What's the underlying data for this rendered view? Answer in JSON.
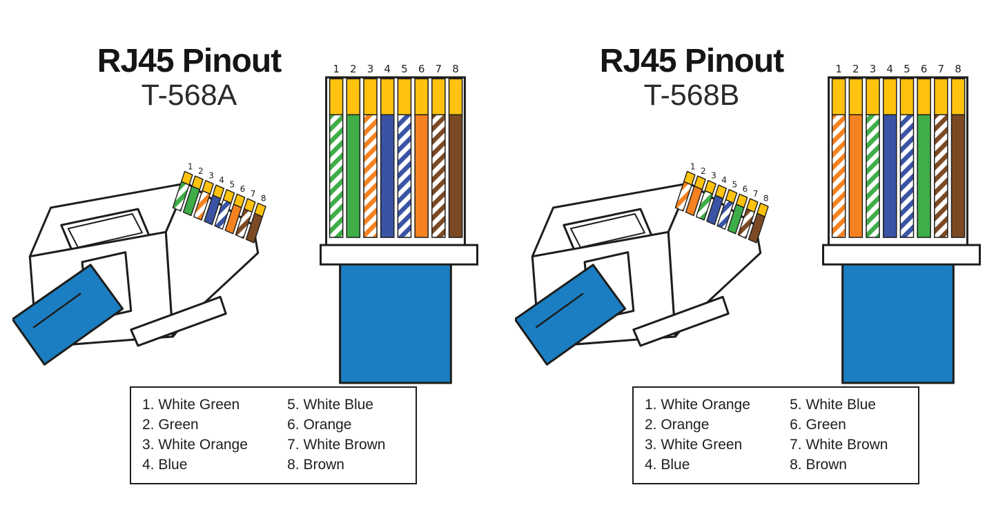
{
  "colors": {
    "green": "#3FAE49",
    "orange": "#F58220",
    "blue": "#3A53A4",
    "brown": "#7B4A25",
    "gold": "#FFC20E",
    "cable": "#1B7EC2",
    "outline": "#1D1D1B",
    "white": "#FFFFFF"
  },
  "diagrams": [
    {
      "id": "t568a",
      "title": "RJ45 Pinout",
      "subtitle": "T-568A",
      "pin_numbers": [
        "1",
        "2",
        "3",
        "4",
        "5",
        "6",
        "7",
        "8"
      ],
      "wires": [
        {
          "pin": "1",
          "label": "White Green",
          "color": "green",
          "style": "striped"
        },
        {
          "pin": "2",
          "label": "Green",
          "color": "green",
          "style": "solid"
        },
        {
          "pin": "3",
          "label": "White Orange",
          "color": "orange",
          "style": "striped"
        },
        {
          "pin": "4",
          "label": "Blue",
          "color": "blue",
          "style": "solid"
        },
        {
          "pin": "5",
          "label": "White Blue",
          "color": "blue",
          "style": "striped"
        },
        {
          "pin": "6",
          "label": "Orange",
          "color": "orange",
          "style": "solid"
        },
        {
          "pin": "7",
          "label": "White Brown",
          "color": "brown",
          "style": "striped"
        },
        {
          "pin": "8",
          "label": "Brown",
          "color": "brown",
          "style": "solid"
        }
      ]
    },
    {
      "id": "t568b",
      "title": "RJ45 Pinout",
      "subtitle": "T-568B",
      "pin_numbers": [
        "1",
        "2",
        "3",
        "4",
        "5",
        "6",
        "7",
        "8"
      ],
      "wires": [
        {
          "pin": "1",
          "label": "White Orange",
          "color": "orange",
          "style": "striped"
        },
        {
          "pin": "2",
          "label": "Orange",
          "color": "orange",
          "style": "solid"
        },
        {
          "pin": "3",
          "label": "White Green",
          "color": "green",
          "style": "striped"
        },
        {
          "pin": "4",
          "label": "Blue",
          "color": "blue",
          "style": "solid"
        },
        {
          "pin": "5",
          "label": "White Blue",
          "color": "blue",
          "style": "striped"
        },
        {
          "pin": "6",
          "label": "Green",
          "color": "green",
          "style": "solid"
        },
        {
          "pin": "7",
          "label": "White Brown",
          "color": "brown",
          "style": "striped"
        },
        {
          "pin": "8",
          "label": "Brown",
          "color": "brown",
          "style": "solid"
        }
      ]
    }
  ]
}
